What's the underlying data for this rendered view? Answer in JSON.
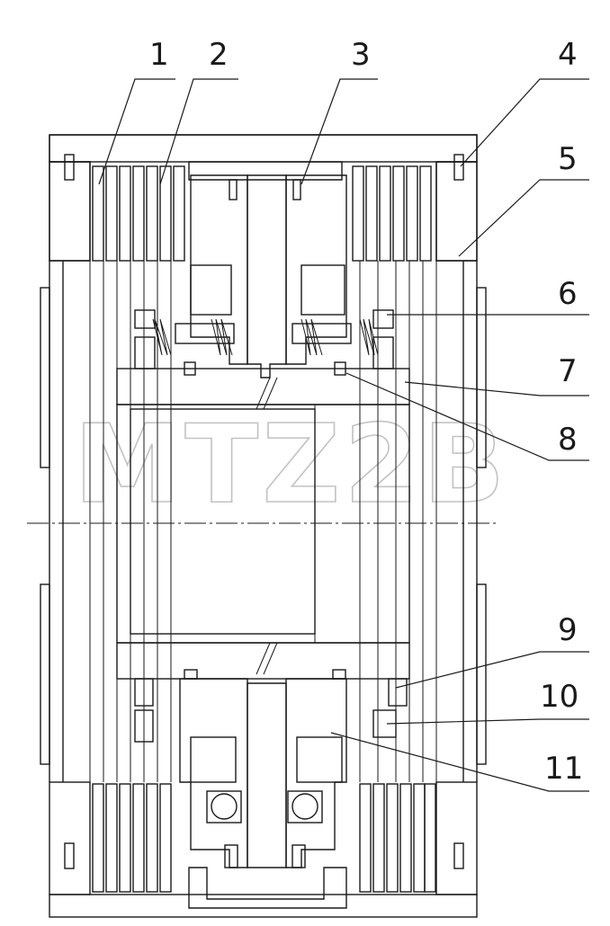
{
  "callouts": [
    "1",
    "2",
    "3",
    "4",
    "5",
    "6",
    "7",
    "8",
    "9",
    "10",
    "11"
  ],
  "watermark": "MTZ2B"
}
